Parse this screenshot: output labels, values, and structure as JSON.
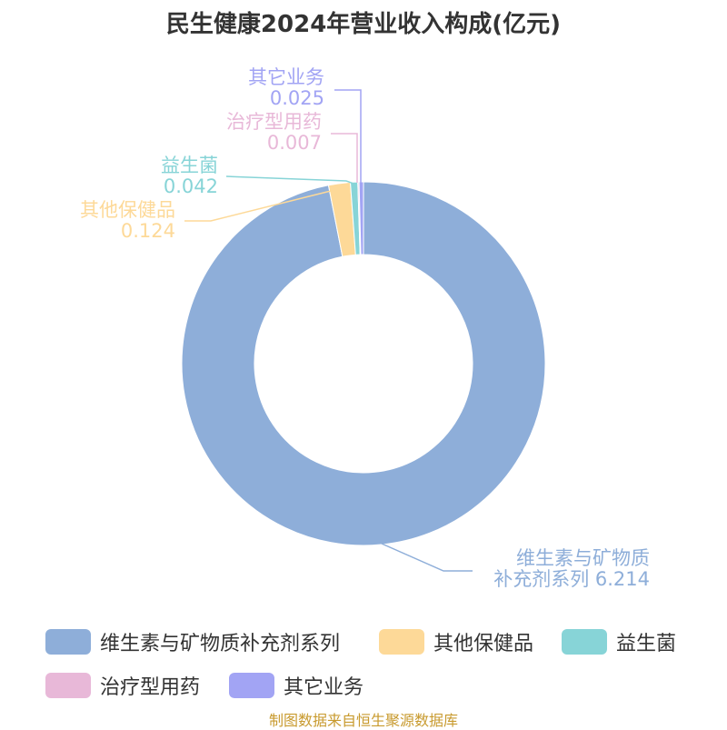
{
  "chart_data": {
    "type": "pie",
    "variant": "donut",
    "title": "民生健康2024年营业收入构成(亿元)",
    "categories": [
      "维生素与矿物质补充剂系列",
      "其他保健品",
      "益生菌",
      "治疗型用药",
      "其它业务"
    ],
    "values": [
      6.214,
      0.124,
      0.042,
      0.007,
      0.025
    ],
    "value_labels": [
      "6.214",
      "0.124",
      "0.042",
      "0.007",
      "0.025"
    ],
    "colors": [
      "#8eaed9",
      "#fdd998",
      "#87d4d7",
      "#e8b8d8",
      "#a2a4f4"
    ],
    "label_lines": [
      [
        "维生素与矿物质",
        "补充剂系列 6.214"
      ],
      [
        "其他保健品",
        "0.124"
      ],
      [
        "益生菌",
        "0.042"
      ],
      [
        "治疗型用药",
        "0.007"
      ],
      [
        "其它业务",
        "0.025"
      ]
    ],
    "legend_placement": "bottom",
    "source": "制图数据来自恒生聚源数据库"
  }
}
